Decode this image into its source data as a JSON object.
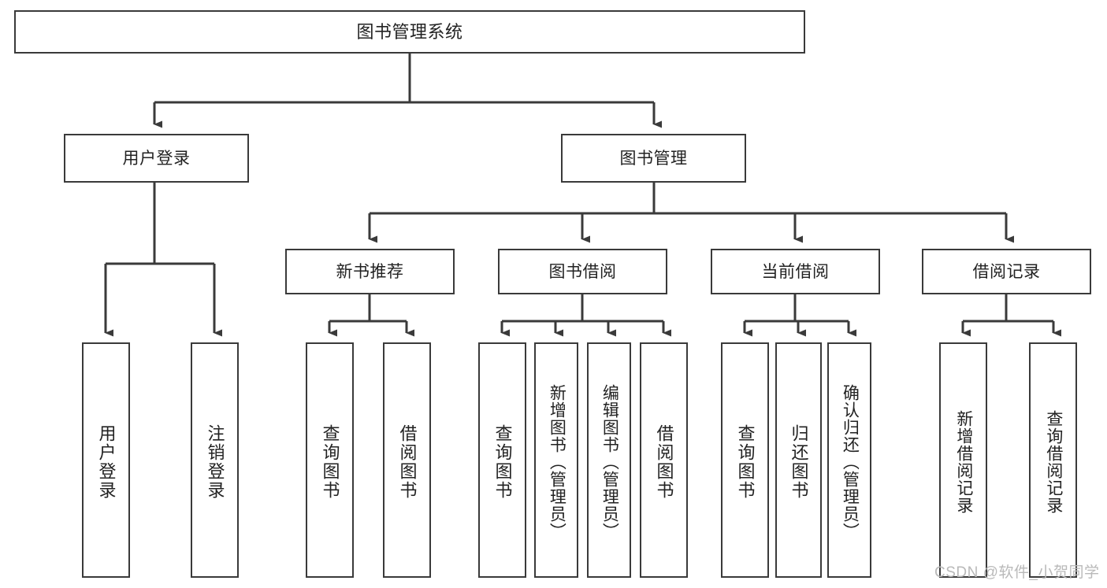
{
  "diagram": {
    "type": "tree-hierarchy-chart",
    "title": "图书管理系统",
    "stroke_color": "#3a3a3a",
    "text_color": "#222222",
    "background": "#ffffff"
  },
  "nodes": {
    "root": {
      "label": "图书管理系统",
      "level": 0
    },
    "level1": [
      {
        "id": "user-login",
        "label": "用户登录"
      },
      {
        "id": "book-management",
        "label": "图书管理"
      }
    ],
    "level2": [
      {
        "id": "new-book-recommend",
        "label": "新书推荐"
      },
      {
        "id": "book-borrow",
        "label": "图书借阅"
      },
      {
        "id": "current-borrow",
        "label": "当前借阅"
      },
      {
        "id": "borrow-record",
        "label": "借阅记录"
      }
    ],
    "leaves": {
      "user_login": [
        {
          "id": "leaf-user-login",
          "label": "用户登录"
        },
        {
          "id": "leaf-logout-login",
          "label": "注销登录"
        }
      ],
      "new_book_recommend": [
        {
          "id": "leaf-query-book-1",
          "label": "查询图书"
        },
        {
          "id": "leaf-borrow-book-1",
          "label": "借阅图书"
        }
      ],
      "book_borrow": [
        {
          "id": "leaf-query-book-2",
          "label": "查询图书"
        },
        {
          "id": "leaf-add-book",
          "label": "新增图书（管理员）"
        },
        {
          "id": "leaf-edit-book",
          "label": "编辑图书（管理员）"
        },
        {
          "id": "leaf-borrow-book-2",
          "label": "借阅图书"
        }
      ],
      "current_borrow": [
        {
          "id": "leaf-query-book-3",
          "label": "查询图书"
        },
        {
          "id": "leaf-return-book",
          "label": "归还图书"
        },
        {
          "id": "leaf-confirm-return",
          "label": "确认归还（管理员）"
        }
      ],
      "borrow_record": [
        {
          "id": "leaf-add-record",
          "label": "新增借阅记录"
        },
        {
          "id": "leaf-query-record",
          "label": "查询借阅记录"
        }
      ]
    }
  },
  "watermark": {
    "text": "CSDN @软件_小贺同学"
  }
}
